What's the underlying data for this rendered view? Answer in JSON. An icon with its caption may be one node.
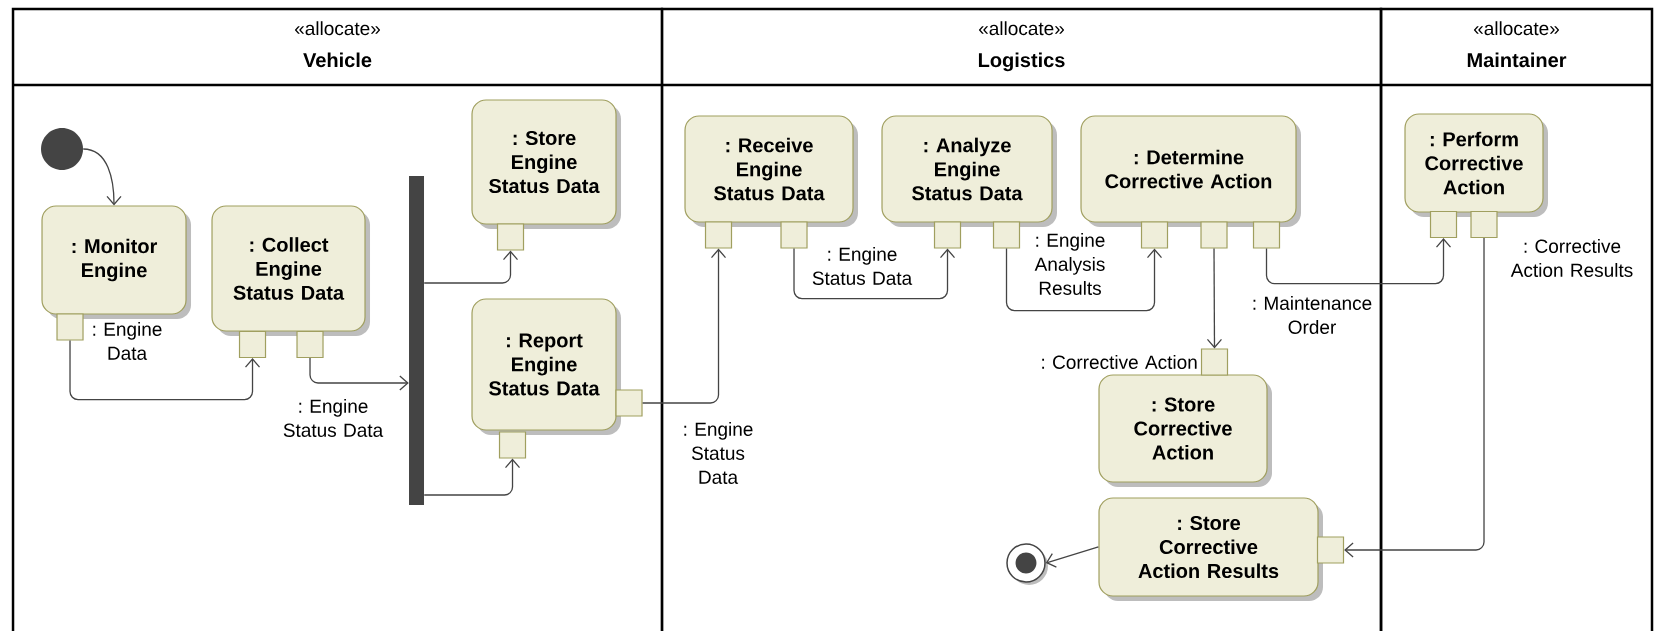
{
  "diagram": {
    "nodes": [
      {
        "text": [
          "«allocate»",
          "Vehicle"
        ]
      },
      {
        "text": [
          "«allocate»",
          "Logistics"
        ]
      },
      {
        "text": [
          "«allocate»",
          "Maintainer"
        ]
      },
      {
        "text": [],
        "shape": "circle",
        "in": 0
      },
      {
        "text": [
          ": Monitor Engine"
        ],
        "in": 0
      },
      {
        "text": [],
        "shape": "box",
        "in": 0,
        "beside": [
          ": Engine Data"
        ]
      },
      {
        "text": [
          ": Collect Engine Status Data"
        ],
        "in": 0
      },
      {
        "text": [],
        "shape": "box",
        "in": 0
      },
      {
        "text": [],
        "shape": "box",
        "in": 0,
        "beside": [
          ": Engine Status Data"
        ]
      },
      {
        "text": [],
        "shape": "bar",
        "in": 0
      },
      {
        "text": [
          ": Store Engine Status Data"
        ],
        "in": 0
      },
      {
        "text": [],
        "shape": "box",
        "in": 0
      },
      {
        "text": [
          ": Report Engine Status Data"
        ],
        "in": 0
      },
      {
        "text": [],
        "shape": "box",
        "in": 0
      },
      {
        "text": [],
        "shape": "box",
        "in": 0,
        "beside": [
          ": Engine Status Data"
        ]
      },
      {
        "text": [
          ": Receive Engine Status Data"
        ],
        "in": 1
      },
      {
        "text": [],
        "shape": "box",
        "in": 1
      },
      {
        "text": [],
        "shape": "box",
        "in": 1,
        "beside": [
          ": Engine Status Data"
        ]
      },
      {
        "text": [
          ": Analyze Engine Status Data"
        ],
        "in": 1
      },
      {
        "text": [],
        "shape": "box",
        "in": 1
      },
      {
        "text": [],
        "shape": "box",
        "in": 1,
        "beside": [
          ": Engine Analysis Results"
        ]
      },
      {
        "text": [
          ": Determine Corrective Action"
        ],
        "in": 1
      },
      {
        "text": [],
        "shape": "box",
        "in": 1
      },
      {
        "text": [],
        "shape": "box",
        "in": 1
      },
      {
        "text": [],
        "shape": "box",
        "in": 1
      },
      {
        "text": [
          ": Store Corrective Action"
        ],
        "in": 1
      },
      {
        "text": [],
        "shape": "box",
        "in": 1,
        "beside": [
          ": Corrective Action"
        ]
      },
      {
        "text": [
          ": Store Corrective Action Results"
        ],
        "in": 1
      },
      {
        "text": [],
        "shape": "box",
        "in": 1
      },
      {
        "text": [],
        "shape": "circle",
        "in": 1
      },
      {
        "text": [
          ": Perform Corrective Action"
        ],
        "in": 2
      },
      {
        "text": [],
        "shape": "box",
        "in": 2
      },
      {
        "text": [],
        "shape": "box",
        "in": 2
      }
    ],
    "labels": [
      ": Maintenance Order",
      ": Corrective Action Results"
    ],
    "edges": [
      {
        "from": 3,
        "to": 4,
        "arrow": "to"
      },
      {
        "from": 5,
        "to": 7,
        "arrow": "to"
      },
      {
        "from": 8,
        "to": 9,
        "arrow": "to"
      },
      {
        "from": 9,
        "to": 11,
        "arrow": "to"
      },
      {
        "from": 9,
        "to": 13,
        "arrow": "to"
      },
      {
        "from": 14,
        "to": 16,
        "arrow": "to"
      },
      {
        "from": 17,
        "to": 19,
        "arrow": "to"
      },
      {
        "from": 20,
        "to": 22,
        "arrow": "to"
      },
      {
        "from": 23,
        "to": 26,
        "arrow": "to"
      },
      {
        "from": 24,
        "to": 31,
        "arrow": "to"
      },
      {
        "from": 32,
        "to": 28,
        "arrow": "to"
      },
      {
        "from": 27,
        "to": 29,
        "arrow": "to"
      }
    ]
  }
}
